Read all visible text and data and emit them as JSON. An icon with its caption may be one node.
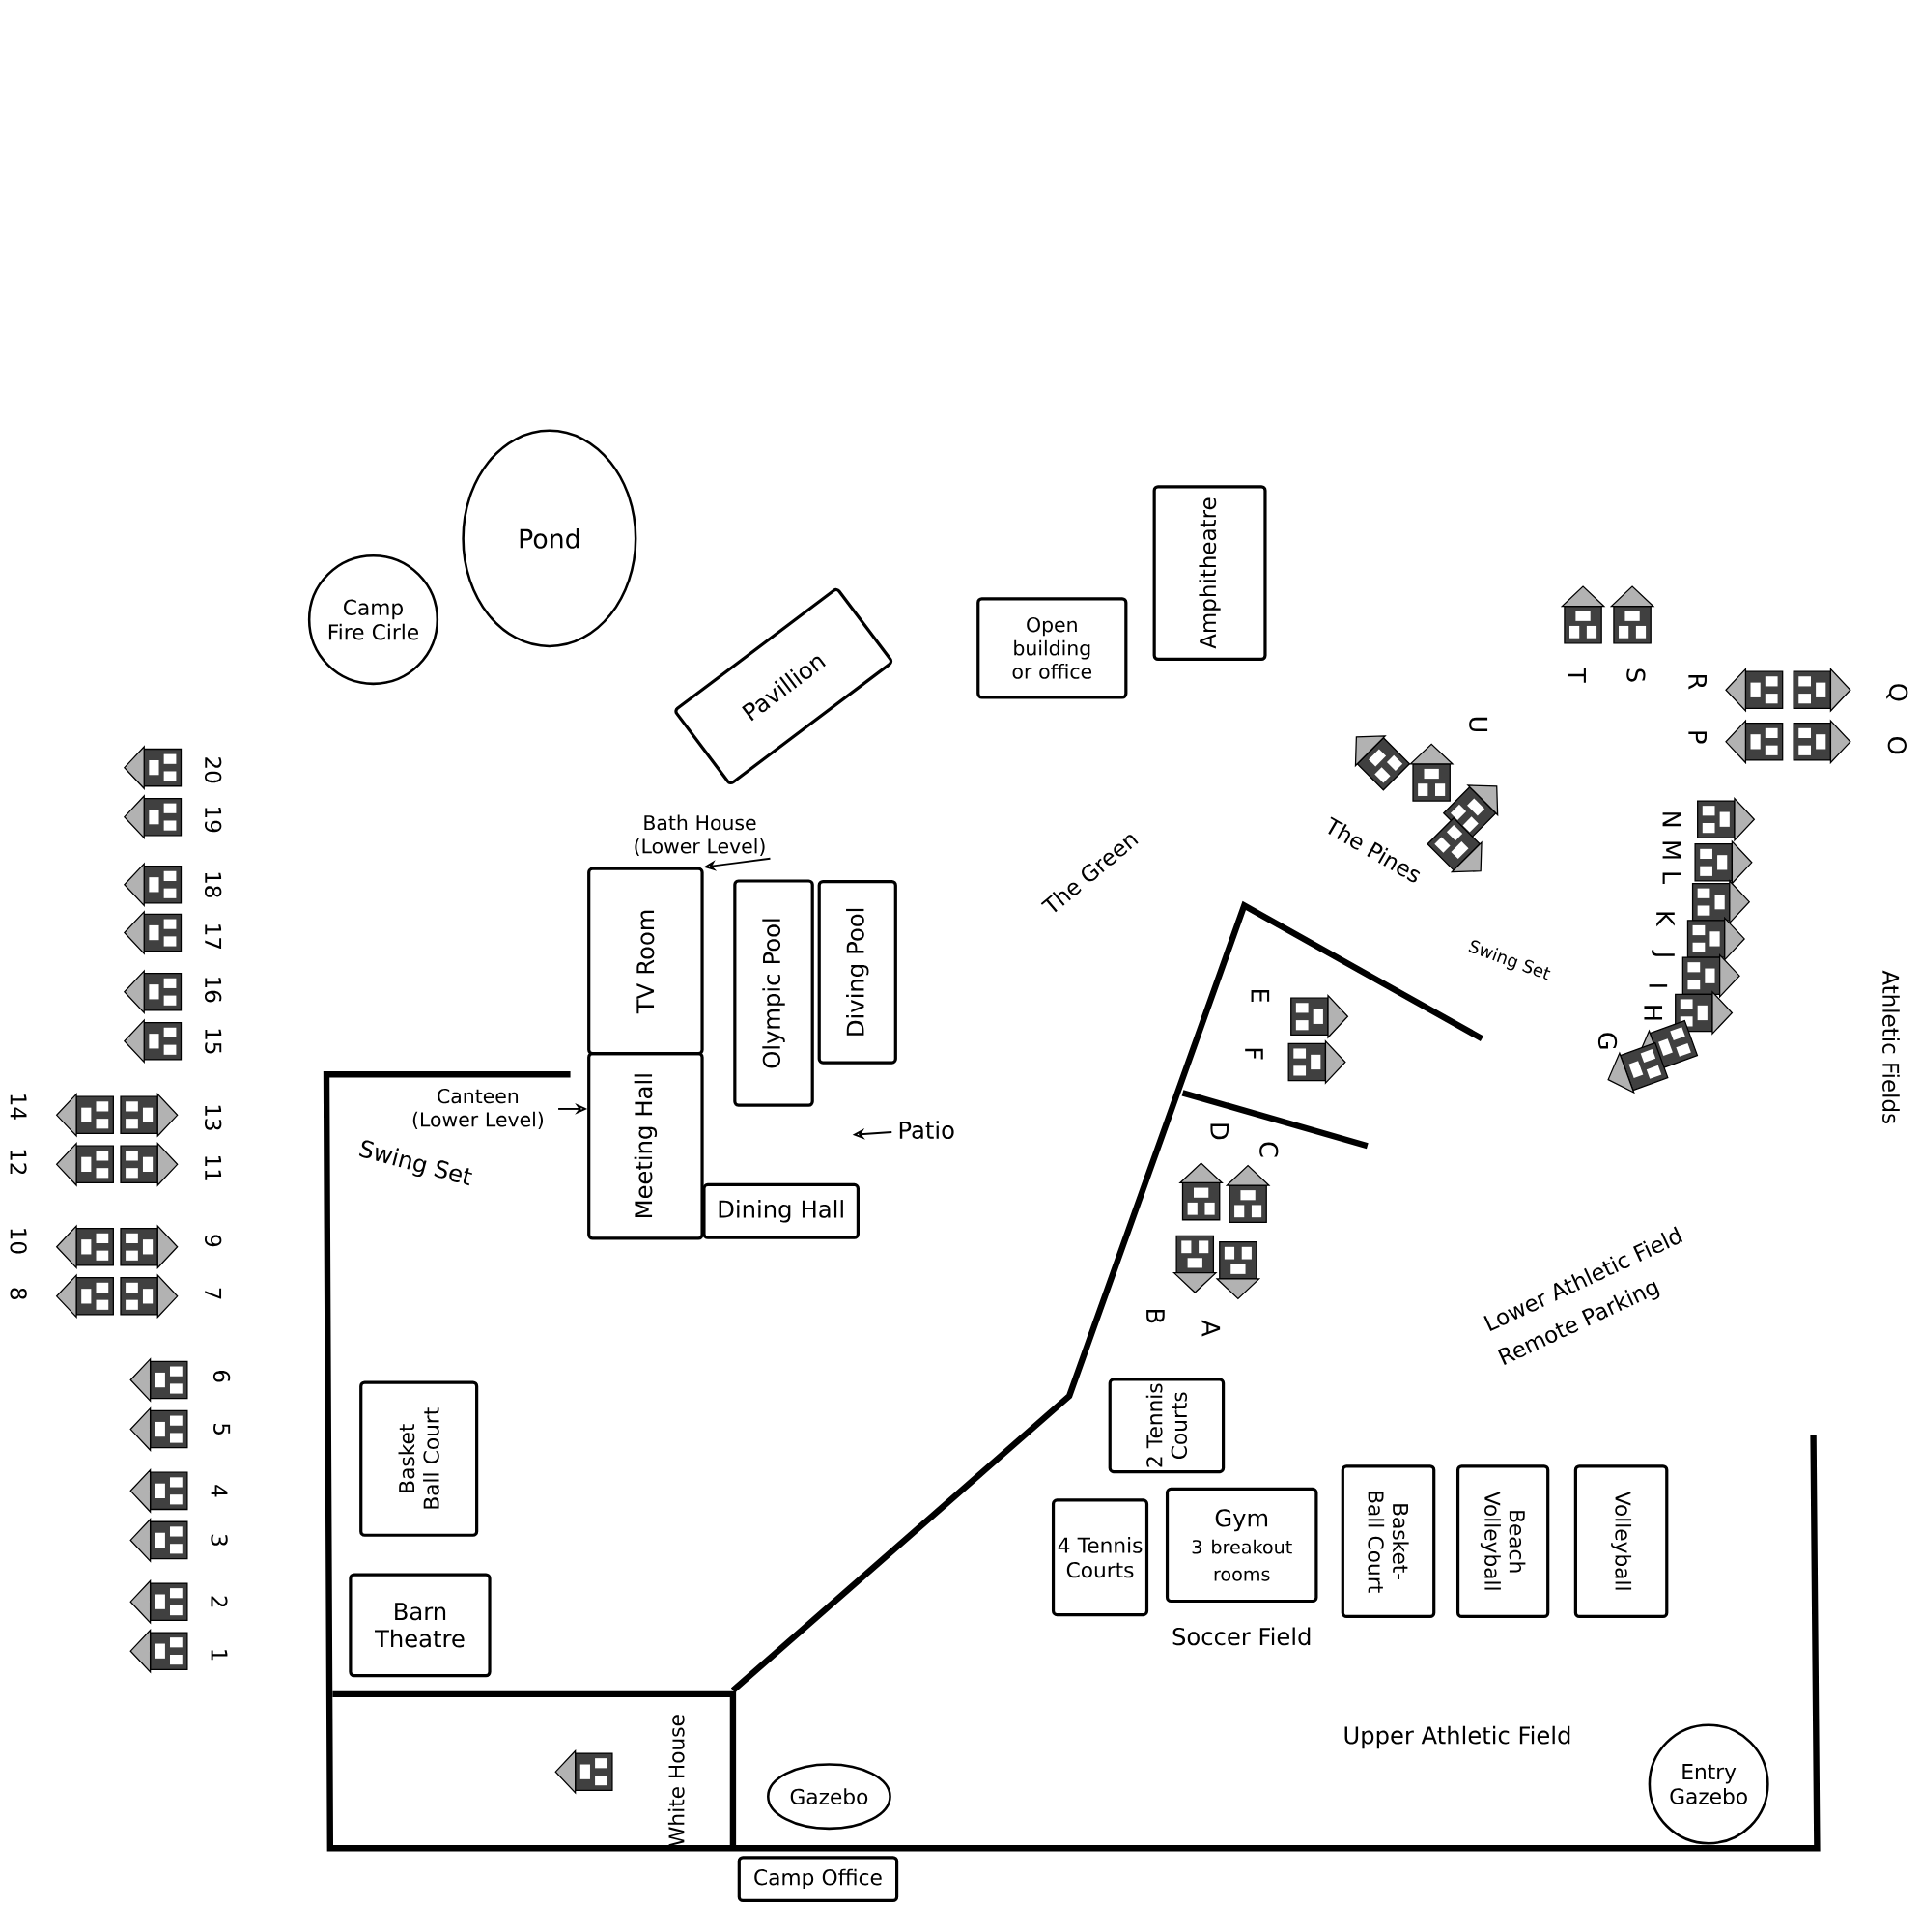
{
  "diagram": {
    "nodes": [
      {
        "text": [
          "Pond"
        ]
      },
      {
        "text": [
          "Camp Fire Cirle"
        ]
      },
      {
        "text": [
          "Amphitheatre"
        ]
      },
      {
        "text": [
          "Open building or office"
        ]
      },
      {
        "text": [
          "Pavillion"
        ]
      },
      {
        "text": [
          "Bath House (Lower Level)"
        ]
      },
      {
        "text": [
          "TV Room"
        ]
      },
      {
        "text": [
          "Olympic Pool"
        ]
      },
      {
        "text": [
          "Diving Pool"
        ]
      },
      {
        "text": [
          "Canteen (Lower Level)"
        ]
      },
      {
        "text": [
          "Patio"
        ]
      },
      {
        "text": [
          "Meeting Hall"
        ]
      },
      {
        "text": [
          "Dining Hall"
        ]
      },
      {
        "text": [
          "Basket Ball Court"
        ]
      },
      {
        "text": [
          "2 Tennis Courts"
        ]
      },
      {
        "text": [
          "4 Tennis Courts"
        ]
      },
      {
        "text": [
          "Gym",
          "3 breakout rooms"
        ]
      },
      {
        "text": [
          "Basket- Ball Court"
        ]
      },
      {
        "text": [
          "Beach Volleyball"
        ]
      },
      {
        "text": [
          "Volleyball"
        ]
      },
      {
        "text": [
          "Barn Theatre"
        ]
      },
      {
        "text": [
          "Gazebo"
        ]
      },
      {
        "text": [
          "Entry Gazebo"
        ]
      },
      {
        "text": [
          "Camp Office"
        ]
      }
    ],
    "edges": [
      {
        "from": 5,
        "to": 6,
        "arrow": "to"
      },
      {
        "from": 9,
        "to": 11,
        "arrow": "to"
      },
      {
        "from": 10,
        "to": null,
        "arrow": "to"
      }
    ],
    "labels": [
      "The Green",
      "The Pines",
      "Swing Set",
      "Swing Set",
      "Athletic Fields",
      "Lower Athletic Field",
      "Remote Parking",
      "Soccer Field",
      "Upper Athletic Field",
      "White House",
      "T",
      "S",
      "R",
      "Q",
      "P",
      "O",
      "U",
      "N",
      "M",
      "L",
      "K",
      "J",
      "I",
      "H",
      "G",
      "E",
      "F",
      "D",
      "C",
      "B",
      "A",
      "20",
      "19",
      "18",
      "17",
      "16",
      "15",
      "14",
      "13",
      "12",
      "11",
      "10",
      "9",
      "8",
      "7",
      "6",
      "5",
      "4",
      "3",
      "2",
      "1"
    ]
  }
}
